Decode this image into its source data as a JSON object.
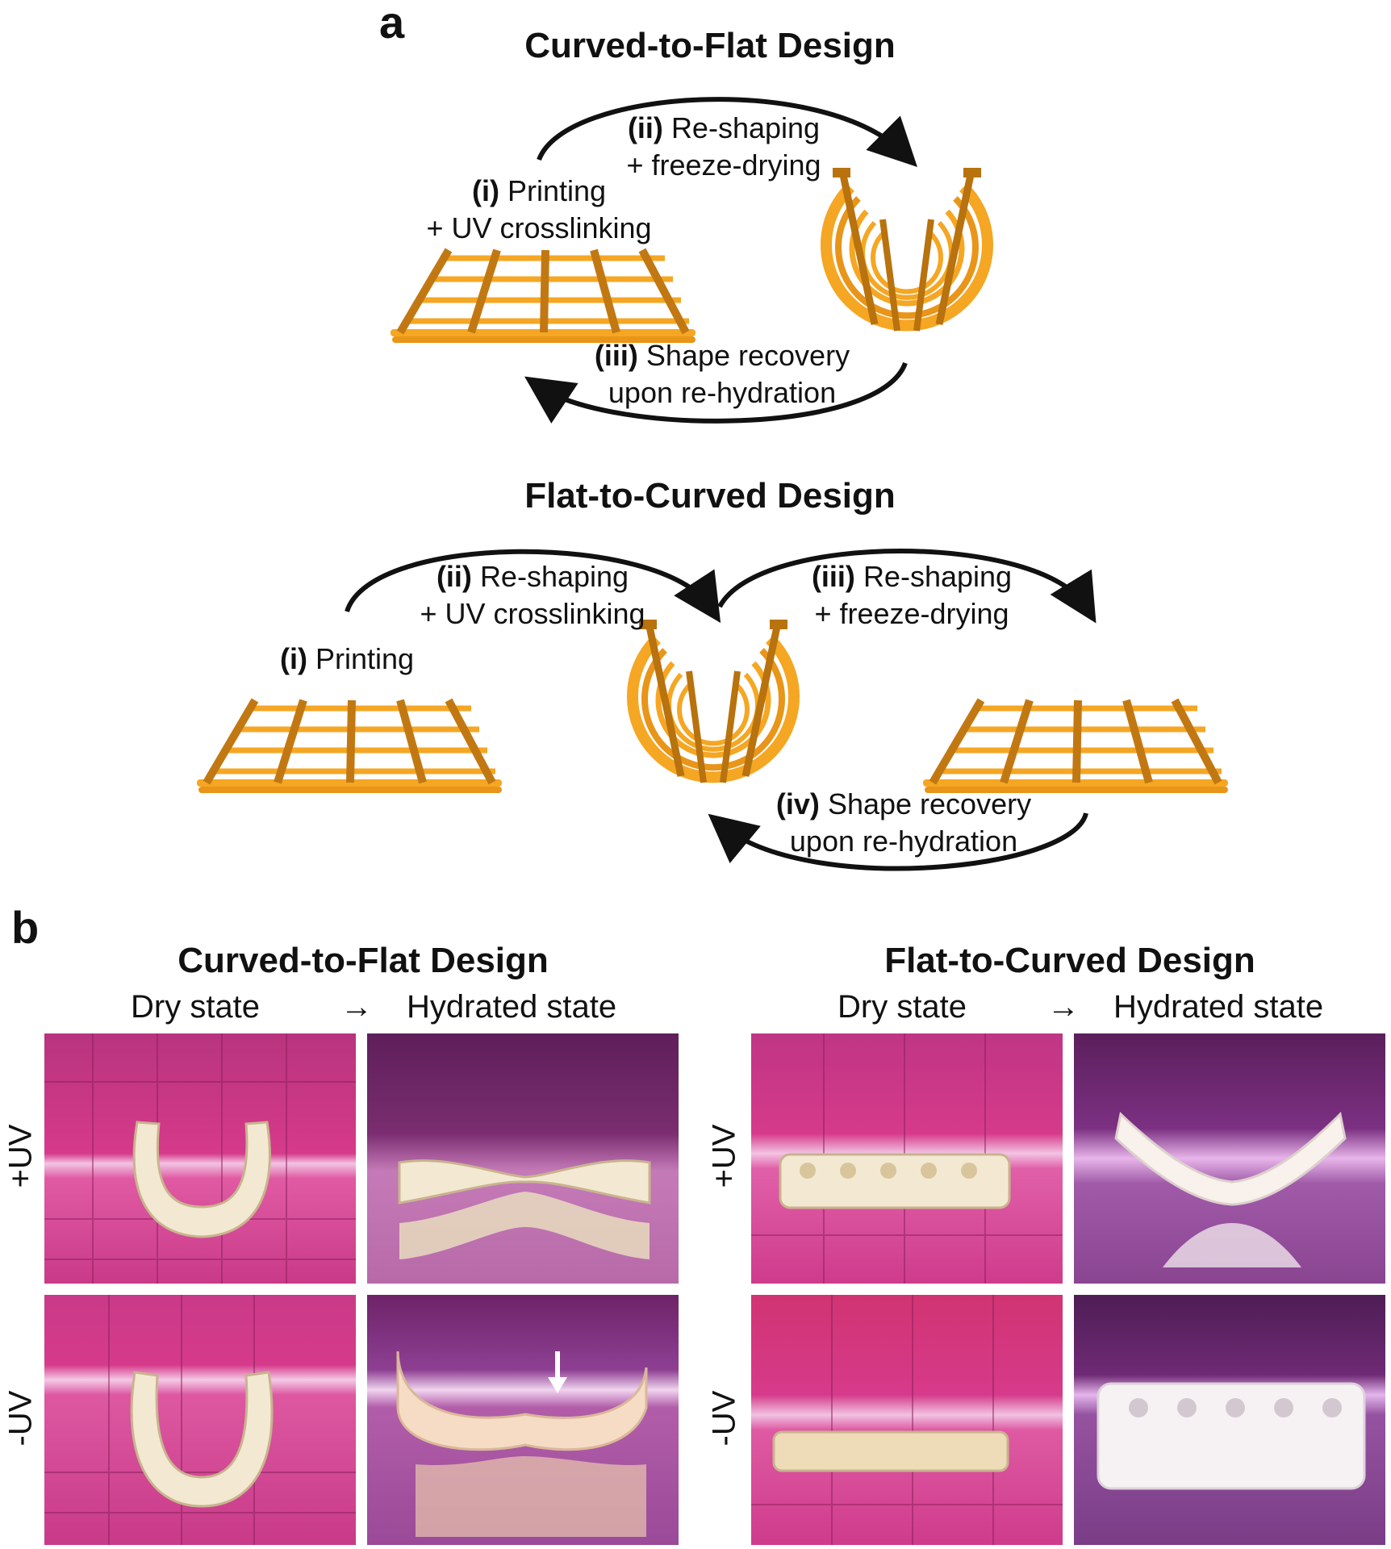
{
  "panel_a": {
    "letter": "a",
    "curved_to_flat": {
      "title": "Curved-to-Flat Design",
      "step1": {
        "num": "(i)",
        "line1": "Printing",
        "line2": "+ UV crosslinking"
      },
      "step2": {
        "num": "(ii)",
        "line1": "Re-shaping",
        "line2": "+ freeze-drying"
      },
      "step3": {
        "num": "(iii)",
        "line1": "Shape recovery",
        "line2": "upon re-hydration"
      }
    },
    "flat_to_curved": {
      "title": "Flat-to-Curved Design",
      "step1": {
        "num": "(i)",
        "line1": "Printing"
      },
      "step2": {
        "num": "(ii)",
        "line1": "Re-shaping",
        "line2": "+ UV crosslinking"
      },
      "step3": {
        "num": "(iii)",
        "line1": "Re-shaping",
        "line2": "+ freeze-drying"
      },
      "step4": {
        "num": "(iv)",
        "line1": "Shape recovery",
        "line2": "upon re-hydration"
      }
    }
  },
  "panel_b": {
    "letter": "b",
    "left": {
      "title": "Curved-to-Flat Design",
      "col1": "Dry state",
      "arrow": "→",
      "col2": "Hydrated state"
    },
    "right": {
      "title": "Flat-to-Curved Design",
      "col1": "Dry state",
      "arrow": "→",
      "col2": "Hydrated state"
    },
    "row_labels": {
      "plus_uv": "+UV",
      "minus_uv": "-UV"
    }
  },
  "colors": {
    "scaffold_orange": "#F5A623",
    "scaffold_dark": "#B8720E",
    "photo_pink": "#D63A8A",
    "photo_purple": "#8E3F93",
    "sample_cream": "#F3E9D2"
  }
}
